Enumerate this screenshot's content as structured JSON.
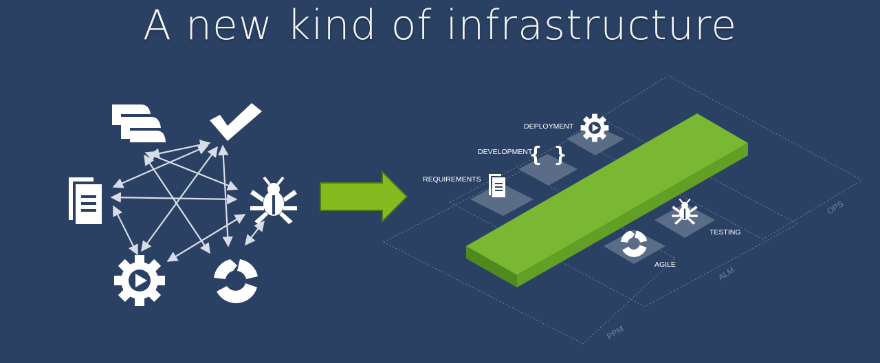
{
  "title": "A new kind of infrastructure",
  "colors": {
    "background": "#2b4164",
    "accent_green": "#7ab833",
    "arrow_green": "#86bb1f",
    "icon_white": "#ffffff",
    "connector": "#d7dde6",
    "tile": "#5d6f88"
  },
  "left_icons": [
    "layers-icon",
    "checkmark-icon",
    "document-icon",
    "bug-icon",
    "gear-play-icon",
    "agile-cycle-icon"
  ],
  "platform": {
    "stages": [
      {
        "label": "REQUIREMENTS",
        "icon": "document-icon"
      },
      {
        "label": "DEVELOPMENT",
        "icon": "braces-icon"
      },
      {
        "label": "DEPLOYMENT",
        "icon": "gear-play-icon"
      },
      {
        "label": "TESTING",
        "icon": "bug-icon"
      },
      {
        "label": "AGILE",
        "icon": "agile-cycle-icon"
      }
    ],
    "zones": [
      "PPM",
      "ALM",
      "OPS"
    ]
  }
}
